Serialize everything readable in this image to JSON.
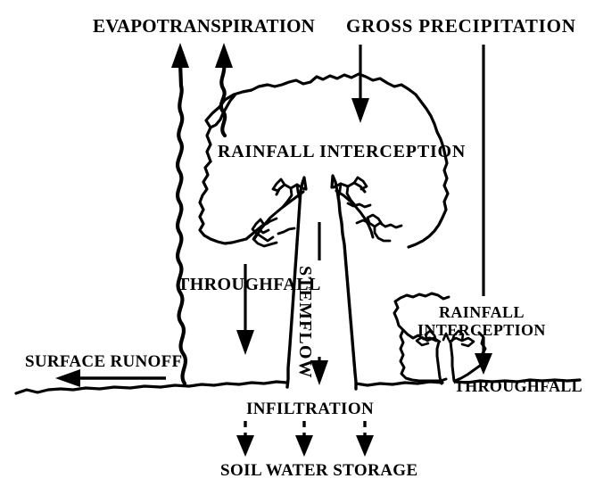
{
  "diagram": {
    "title": "Forest Water Balance / Rainfall Partitioning Diagram",
    "stroke_color": "#000000",
    "background_color": "#ffffff",
    "labels": {
      "evapotranspiration": "EVAPOTRANSPIRATION",
      "gross_precipitation": "GROSS  PRECIPITATION",
      "rainfall_interception_main": "RAINFALL  INTERCEPTION",
      "throughfall_main": "THROUGHFALL",
      "stemflow": "STEMFLOW",
      "surface_runoff": "SURFACE RUNOFF",
      "rainfall_interception_small_line1": "RAINFALL",
      "rainfall_interception_small_line2": "INTERCEPTION",
      "throughfall_small": "THROUGHFALL",
      "infiltration": "INFILTRATION",
      "soil_water_storage": "SOIL WATER STORAGE"
    },
    "flows": [
      {
        "name": "evapotranspiration-long",
        "label": "EVAPOTRANSPIRATION",
        "direction": "up",
        "style": "wavy-solid"
      },
      {
        "name": "evapotranspiration-short",
        "label": "EVAPOTRANSPIRATION",
        "direction": "up",
        "style": "wavy-solid"
      },
      {
        "name": "gross-precipitation-main",
        "label": "GROSS  PRECIPITATION",
        "direction": "down",
        "style": "straight-solid"
      },
      {
        "name": "gross-precipitation-small-tree",
        "label": "GROSS  PRECIPITATION",
        "direction": "down",
        "style": "straight-solid"
      },
      {
        "name": "throughfall-main",
        "label": "THROUGHFALL",
        "direction": "down",
        "style": "straight-solid"
      },
      {
        "name": "stemflow",
        "label": "STEMFLOW",
        "direction": "down",
        "style": "straight-solid"
      },
      {
        "name": "throughfall-small",
        "label": "THROUGHFALL",
        "direction": "down",
        "style": "straight-solid"
      },
      {
        "name": "surface-runoff",
        "label": "SURFACE RUNOFF",
        "direction": "left",
        "style": "straight-solid"
      },
      {
        "name": "infiltration-1",
        "label": "INFILTRATION",
        "direction": "down",
        "style": "dashed"
      },
      {
        "name": "infiltration-2",
        "label": "INFILTRATION",
        "direction": "down",
        "style": "dashed"
      },
      {
        "name": "infiltration-3",
        "label": "INFILTRATION",
        "direction": "down",
        "style": "dashed"
      }
    ]
  }
}
